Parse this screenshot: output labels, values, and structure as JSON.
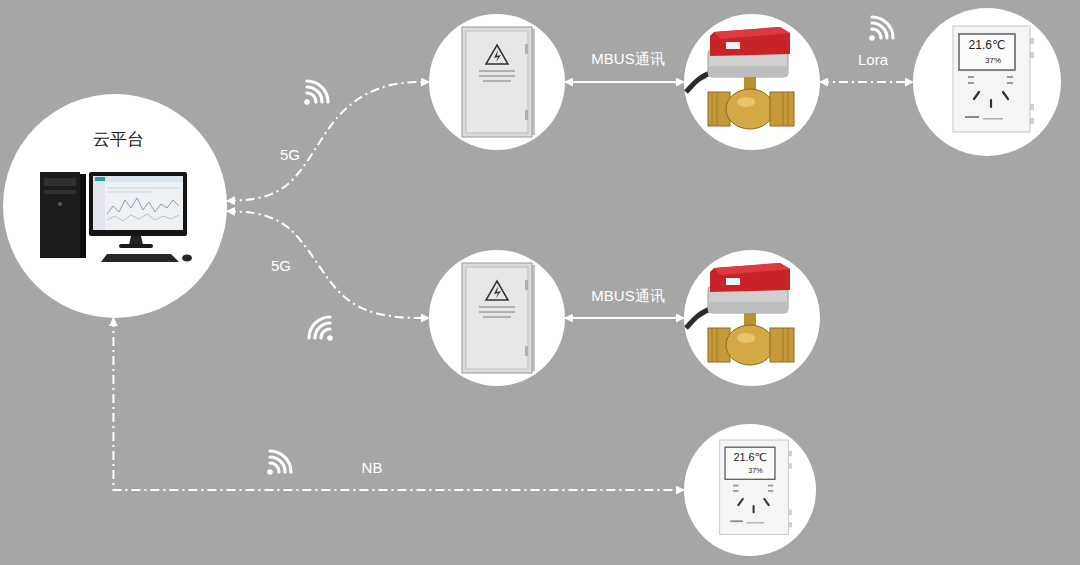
{
  "diagram": {
    "nodes": [
      {
        "text": [
          "云平台"
        ]
      },
      {
        "text": []
      },
      {
        "text": []
      },
      {
        "text": [
          "21.6℃",
          "37%"
        ]
      },
      {
        "text": []
      },
      {
        "text": []
      },
      {
        "text": [
          "21.6℃",
          "37%"
        ]
      }
    ],
    "edges": [
      {
        "from": 0,
        "to": 1,
        "label": "5G",
        "arrow": "both"
      },
      {
        "from": 0,
        "to": 4,
        "label": "5G",
        "arrow": "both"
      },
      {
        "from": 1,
        "to": 2,
        "label": "MBUS通讯",
        "arrow": "both"
      },
      {
        "from": 2,
        "to": 3,
        "label": "Lora",
        "arrow": "both"
      },
      {
        "from": 4,
        "to": 5,
        "label": "MBUS通讯",
        "arrow": "both"
      },
      {
        "from": 0,
        "to": 6,
        "label": "NB",
        "arrow": "both"
      }
    ]
  }
}
